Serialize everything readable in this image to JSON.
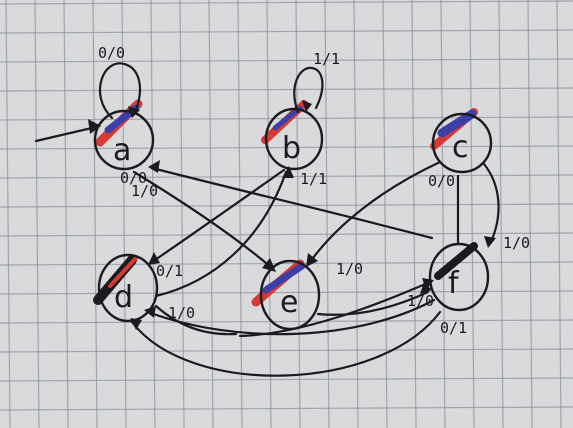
{
  "colors": {
    "paper": "#d9dadc",
    "grid": "#8f9398",
    "ink": "#1b1b1f",
    "mark_red": "#d63a32",
    "mark_blue": "#3a40a8"
  },
  "states": [
    {
      "id": "a",
      "label": "a",
      "initial": true
    },
    {
      "id": "b",
      "label": "b",
      "initial": false
    },
    {
      "id": "c",
      "label": "c",
      "initial": false
    },
    {
      "id": "d",
      "label": "d",
      "initial": false
    },
    {
      "id": "e",
      "label": "e",
      "initial": false
    },
    {
      "id": "f",
      "label": "f",
      "initial": false
    }
  ],
  "transitions": [
    {
      "from": "a",
      "to": "a",
      "label": "0/0"
    },
    {
      "from": "a",
      "to": "e",
      "label": "1/0"
    },
    {
      "from": "f",
      "to": "a",
      "label": "0/0"
    },
    {
      "from": "b",
      "to": "b",
      "label": "1/1"
    },
    {
      "from": "b",
      "to": "d",
      "label": "1/1"
    },
    {
      "from": "c",
      "to": "e",
      "label": "0/0"
    },
    {
      "from": "c",
      "to": "f",
      "label": "1/0"
    },
    {
      "from": "d",
      "to": "b",
      "label": "0/1"
    },
    {
      "from": "d",
      "to": "f",
      "label": "1/0"
    },
    {
      "from": "e",
      "to": "f",
      "label": "1/0"
    },
    {
      "from": "f",
      "to": "d",
      "label": "1/0"
    },
    {
      "from": "f",
      "to": "d",
      "label": "0/1"
    }
  ]
}
